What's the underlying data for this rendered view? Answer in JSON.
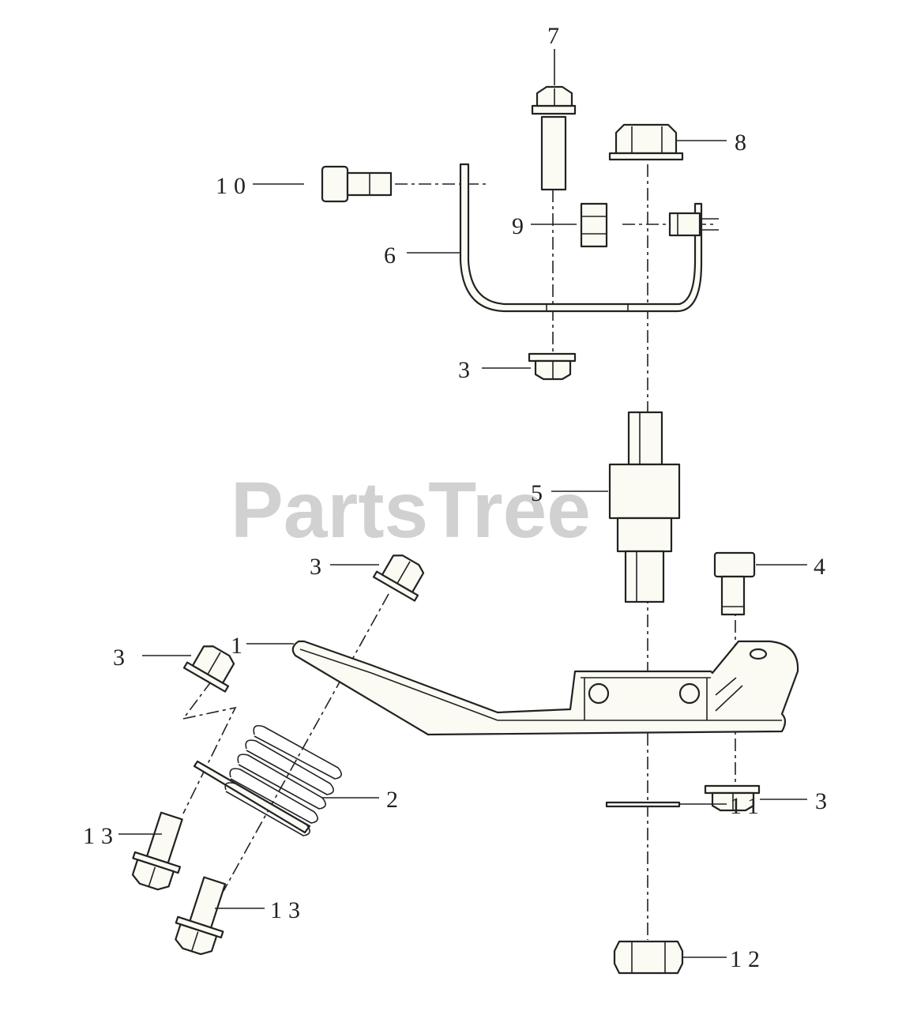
{
  "watermark": {
    "brand": "PartsTree",
    "trademark": "™"
  },
  "callouts": [
    {
      "id": "c7",
      "label": "7"
    },
    {
      "id": "c8",
      "label": "8"
    },
    {
      "id": "c10",
      "label": "10"
    },
    {
      "id": "c9",
      "label": "9"
    },
    {
      "id": "c6",
      "label": "6"
    },
    {
      "id": "c3a",
      "label": "3"
    },
    {
      "id": "c5",
      "label": "5"
    },
    {
      "id": "c3b",
      "label": "3"
    },
    {
      "id": "c4",
      "label": "4"
    },
    {
      "id": "c1",
      "label": "1"
    },
    {
      "id": "c3c",
      "label": "3"
    },
    {
      "id": "c2",
      "label": "2"
    },
    {
      "id": "c3d",
      "label": "3"
    },
    {
      "id": "c13a",
      "label": "13"
    },
    {
      "id": "c11",
      "label": "11"
    },
    {
      "id": "c13b",
      "label": "13"
    },
    {
      "id": "c12",
      "label": "12"
    }
  ]
}
